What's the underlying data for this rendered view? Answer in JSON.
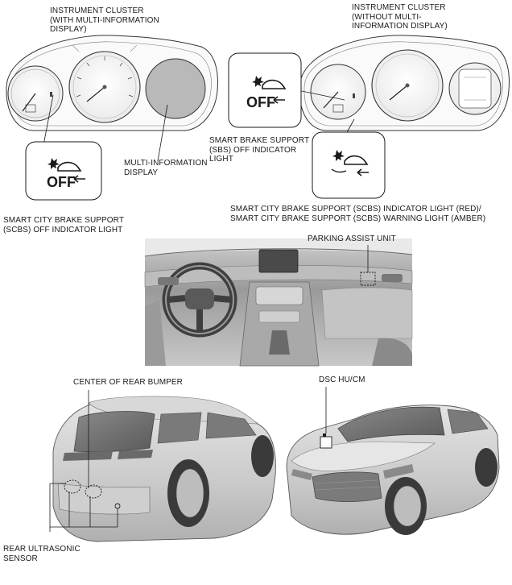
{
  "labels": {
    "cluster_with_mid": "INSTRUMENT CLUSTER\n(WITH MULTI-INFORMATION\nDISPLAY)",
    "cluster_without_mid": "INSTRUMENT CLUSTER\n(WITHOUT MULTI-\nINFORMATION DISPLAY)",
    "sbs_off_light": "SMART BRAKE SUPPORT\n(SBS) OFF INDICATOR\nLIGHT",
    "mid": "MULTI-INFORMATION\nDISPLAY",
    "scbs_off_light": "SMART CITY BRAKE SUPPORT\n(SCBS) OFF INDICATOR LIGHT",
    "scbs_indicator_warning": "SMART CITY BRAKE SUPPORT (SCBS) INDICATOR LIGHT (RED)/\nSMART CITY BRAKE SUPPORT (SCBS) WARNING LIGHT (AMBER)",
    "parking_assist_unit": "PARKING ASSIST UNIT",
    "center_rear_bumper": "CENTER OF REAR BUMPER",
    "dsc_hu_cm": "DSC HU/CM",
    "rear_ultrasonic_sensor": "REAR ULTRASONIC\nSENSOR"
  },
  "icons": {
    "off_text": "OFF"
  },
  "colors": {
    "line": "#1a1a1a",
    "mid_fill": "#b9b9b9",
    "photo_dark": "#8e8e8e",
    "photo_light": "#e2e2e2"
  }
}
